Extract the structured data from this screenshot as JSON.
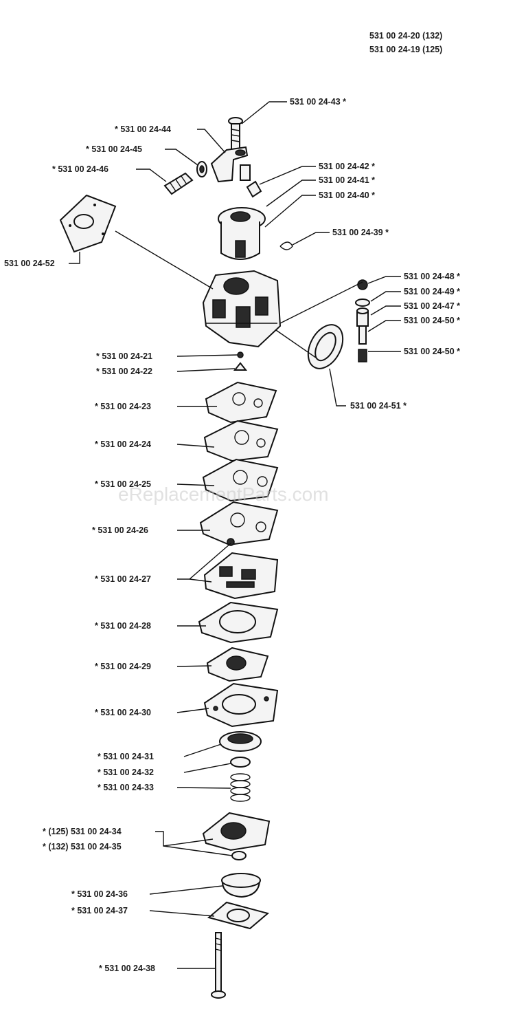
{
  "header": {
    "line1": "531 00 24-20 (132)",
    "line2": "531 00 24-19 (125)"
  },
  "watermark": "eReplacementParts.com",
  "labels": {
    "p43": "531 00 24-43  *",
    "p44": "* 531 00 24-44",
    "p45": "* 531 00 24-45",
    "p46": "* 531 00 24-46",
    "p42": "531 00 24-42  *",
    "p41": "531 00 24-41  *",
    "p40": "531 00 24-40  *",
    "p39": "531 00 24-39  *",
    "p52": "531 00 24-52",
    "p48": "531 00 24-48  *",
    "p49": "531 00 24-49  *",
    "p47": "531 00 24-47  *",
    "p50a": "531 00 24-50  *",
    "p50b": "531 00 24-50  *",
    "p21": "* 531 00 24-21",
    "p22": "* 531 00 24-22",
    "p51": "531 00 24-51  *",
    "p23": "* 531 00 24-23",
    "p24": "* 531 00 24-24",
    "p25": "* 531 00 24-25",
    "p26": "* 531 00 24-26",
    "p27": "* 531 00 24-27",
    "p28": "* 531 00 24-28",
    "p29": "* 531 00 24-29",
    "p30": "* 531 00 24-30",
    "p31": "* 531 00 24-31",
    "p32": "* 531 00 24-32",
    "p33": "* 531 00 24-33",
    "p34": "* (125) 531 00 24-34",
    "p35": "* (132) 531 00 24-35",
    "p36": "* 531 00 24-36",
    "p37": "* 531 00 24-37",
    "p38": "* 531 00 24-38"
  }
}
